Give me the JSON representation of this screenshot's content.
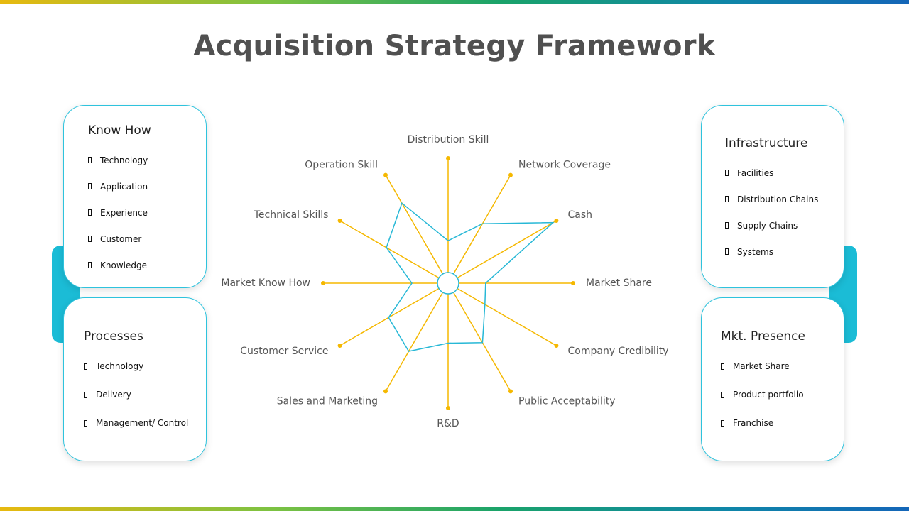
{
  "title": "Acquisition Strategy Framework",
  "colors": {
    "spoke": "#f5b800",
    "shape": "#27b8d6",
    "card_border": "#2ec3dd",
    "tab": "#1bbcd6"
  },
  "cards": {
    "know_how": {
      "title": "Know How",
      "items": [
        "Technology",
        "Application",
        "Experience",
        "Customer",
        "Knowledge"
      ]
    },
    "processes": {
      "title": "Processes",
      "items": [
        "Technology",
        "Delivery",
        "Management/ Control"
      ]
    },
    "infrastructure": {
      "title": "Infrastructure",
      "items": [
        "Facilities",
        "Distribution Chains",
        "Supply Chains",
        "Systems"
      ]
    },
    "mkt_presence": {
      "title": "Mkt. Presence",
      "items": [
        "Market Share",
        "Product portfolio",
        "Franchise"
      ]
    }
  },
  "radar": {
    "axes": [
      "Distribution Skill",
      "Network Coverage",
      "Cash",
      "Market Share",
      "Company Credibility",
      "Public Acceptability",
      "R&D",
      "Sales and Marketing",
      "Customer Service",
      "Market Know How",
      "Technical Skills",
      "Operation Skill"
    ],
    "levels": [
      0.34,
      0.55,
      0.97,
      0.3,
      0.34,
      0.55,
      0.48,
      0.63,
      0.55,
      0.29,
      0.57,
      0.74
    ]
  }
}
